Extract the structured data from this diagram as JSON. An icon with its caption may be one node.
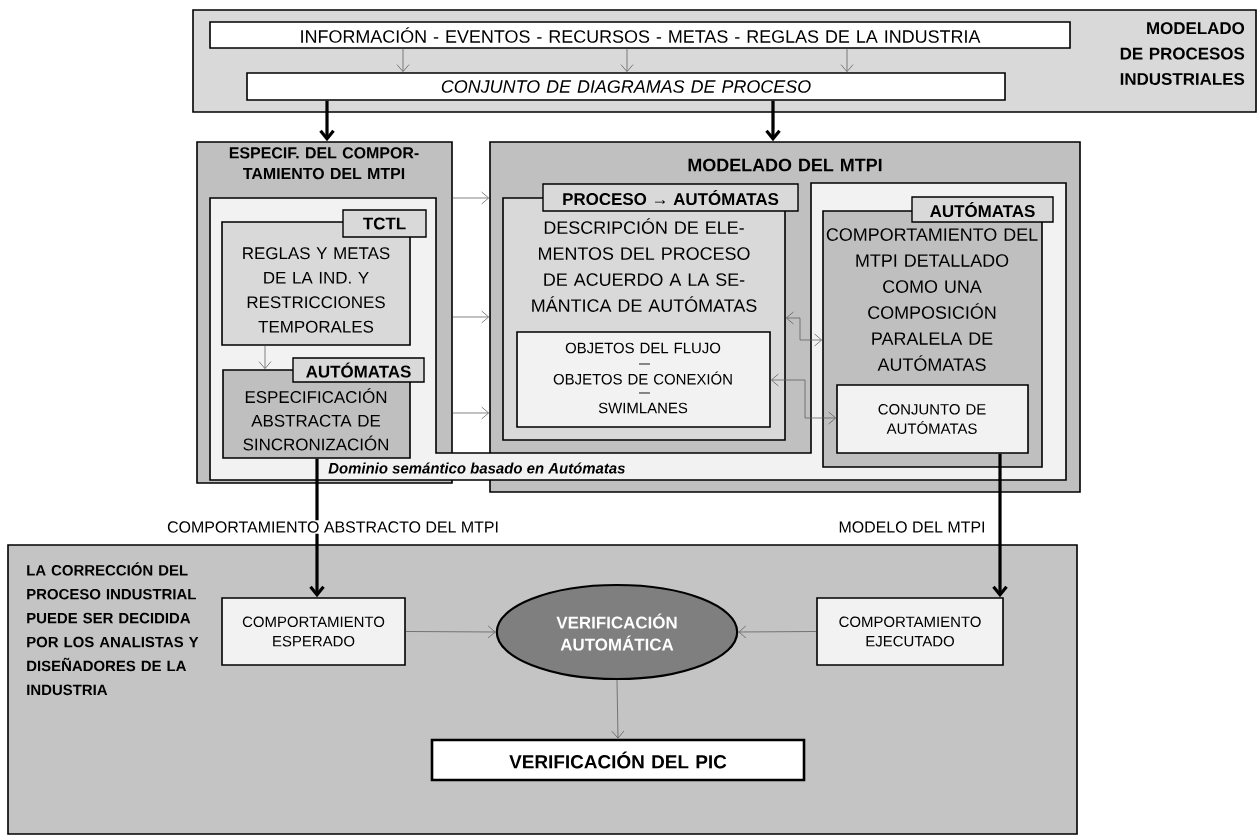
{
  "diagram": {
    "nodes": [
      {
        "text": [
          "MODELADO DE PROCESOS INDUSTRIALES"
        ]
      },
      {
        "text": [
          "INFORMACIÓN - EVENTOS - RECURSOS - METAS - REGLAS DE LA INDUSTRIA"
        ],
        "in": 0
      },
      {
        "text": [
          "CONJUNTO DE DIAGRAMAS DE PROCESO"
        ],
        "in": 0
      },
      {
        "text": [
          "ESPECIF. DEL COMPOR-TAMIENTO DEL MTPI"
        ]
      },
      {
        "text": [
          "TCTL",
          "REGLAS Y METAS DE LA IND. Y RESTRICCIONES TEMPORALES"
        ],
        "in": 3
      },
      {
        "text": [
          "AUTÓMATAS",
          "ESPECIFICACIÓN ABSTRACTA DE SINCRONIZACIÓN"
        ],
        "in": 3
      },
      {
        "text": [
          "MODELADO DEL MTPI"
        ]
      },
      {
        "text": [
          "PROCESO → AUTÓMATAS",
          "DESCRIPCIÓN DE ELE-MENTOS DEL PROCESO DE ACUERDO A LA SE-MÁNTICA DE AUTÓMATAS"
        ],
        "in": 6
      },
      {
        "text": [
          "OBJETOS DEL FLUJO",
          "OBJETOS DE CONEXIÓN",
          "SWIMLANES"
        ],
        "in": 7
      },
      {
        "text": [
          "AUTÓMATAS",
          "COMPORTAMIENTO DEL MTPI DETALLADO COMO UNA COMPOSICIÓN PARALELA DE AUTÓMATAS"
        ],
        "in": 6
      },
      {
        "text": [
          "CONJUNTO DE AUTÓMATAS"
        ],
        "in": 9
      },
      {
        "text": [
          "LA CORRECCIÓN DEL PROCESO INDUSTRIAL PUEDE SER DECIDIDA POR LOS ANALISTAS Y DISEÑADORES DE LA INDUSTRIA"
        ]
      },
      {
        "text": [
          "COMPORTAMIENTO ESPERADO"
        ],
        "in": 11
      },
      {
        "text": [
          "VERIFICACIÓN AUTOMÁTICA"
        ],
        "in": 11
      },
      {
        "text": [
          "COMPORTAMIENTO EJECUTADO"
        ],
        "in": 11
      },
      {
        "text": [
          "VERIFICACIÓN DEL PIC"
        ],
        "in": 11
      }
    ],
    "edges": [
      {
        "from": 1,
        "to": 2,
        "arrow": "to"
      },
      {
        "from": 1,
        "to": 2,
        "arrow": "to"
      },
      {
        "from": 1,
        "to": 2,
        "arrow": "to"
      },
      {
        "from": 2,
        "to": 3,
        "arrow": "to",
        "style": "thick",
        "color": "#000000"
      },
      {
        "from": 2,
        "to": 6,
        "arrow": "to",
        "style": "thick",
        "color": "#000000"
      },
      {
        "from": 3,
        "to": 6,
        "arrow": "to"
      },
      {
        "from": 3,
        "to": 6,
        "arrow": "to"
      },
      {
        "from": 3,
        "to": 6,
        "arrow": "to"
      },
      {
        "from": 4,
        "to": 5,
        "arrow": "to"
      },
      {
        "from": 7,
        "to": 9,
        "arrow": "both"
      },
      {
        "from": 8,
        "to": 10,
        "arrow": "both"
      },
      {
        "from": 5,
        "to": 12,
        "arrow": "to",
        "style": "thick",
        "color": "#000000",
        "label": "COMPORTAMIENTO ABSTRACTO DEL MTPI"
      },
      {
        "from": 10,
        "to": 14,
        "arrow": "to",
        "style": "thick",
        "color": "#000000",
        "label": "MODELO DEL MTPI"
      },
      {
        "from": 12,
        "to": 13,
        "arrow": "to"
      },
      {
        "from": 14,
        "to": 13,
        "arrow": "to"
      },
      {
        "from": 13,
        "to": 15,
        "arrow": "to"
      }
    ],
    "labels": [
      "Dominio semántico basado en Autómatas"
    ]
  }
}
